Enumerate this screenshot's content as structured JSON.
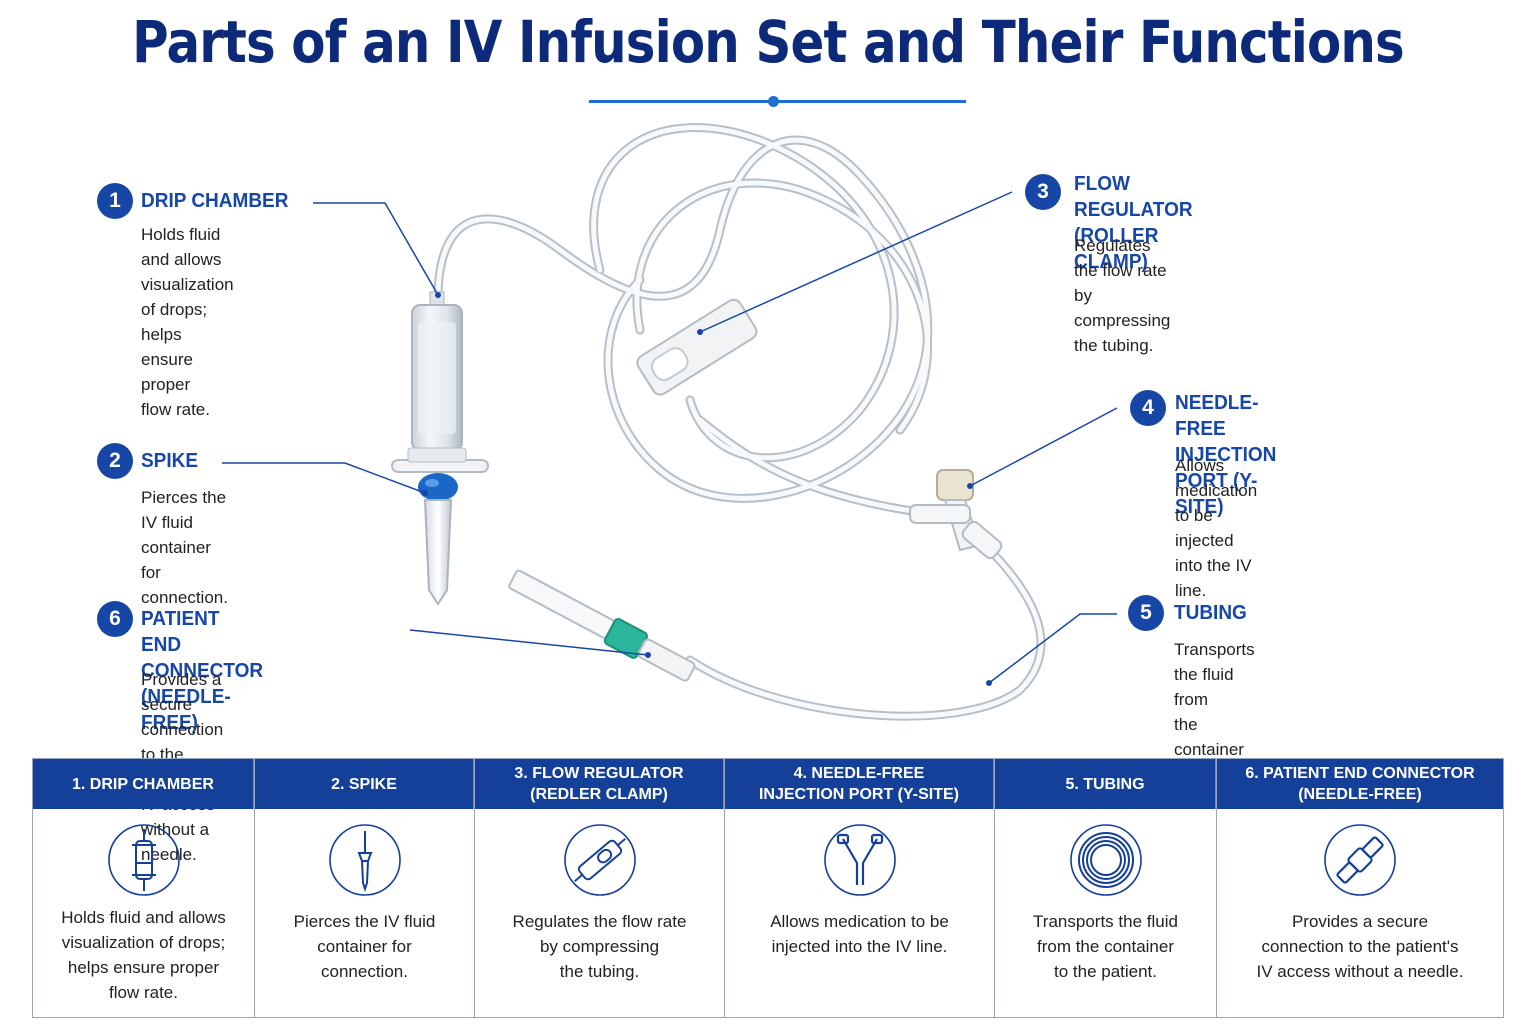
{
  "title": "Parts of an IV Infusion Set and Their Functions",
  "colors": {
    "brand": "#15409a",
    "accent": "#1f6fd1",
    "port_blue": "#1a67c7",
    "connector_green": "#2bb59a"
  },
  "callouts": [
    {
      "num": "1",
      "title": "DRIP CHAMBER",
      "desc": "Holds fluid and allows\nvisualization of drops;\nhelps ensure proper\nflow rate."
    },
    {
      "num": "2",
      "title": "SPIKE",
      "desc": "Pierces the IV fluid\ncontainer for\nconnection."
    },
    {
      "num": "3",
      "title": "FLOW REGULATOR\n(ROLLER CLAMP)",
      "desc": "Regulates the flow rate\nby compressing\nthe tubing."
    },
    {
      "num": "4",
      "title": "NEEDLE-FREE\nINJECTION PORT (Y-SITE)",
      "desc": "Allows medication to be\ninjected into the IV line."
    },
    {
      "num": "5",
      "title": "TUBING",
      "desc": "Transports the fluid from\nthe container to the patient."
    },
    {
      "num": "6",
      "title": "PATIENT END CONNECTOR\n(NEEDLE-FREE)",
      "desc": "Provides a secure connection\nto the patient's IV access\nwithout a needle."
    }
  ],
  "table": [
    {
      "header": "1. DRIP CHAMBER",
      "icon": "drip-chamber-icon",
      "desc": "Holds fluid and allows\nvisualization of drops;\nhelps ensure proper\nflow rate."
    },
    {
      "header": "2. SPIKE",
      "icon": "spike-icon",
      "desc": "Pierces the IV fluid\ncontainer for\nconnection."
    },
    {
      "header": "3. FLOW REGULATOR\n(REDLER CLAMP)",
      "icon": "roller-clamp-icon",
      "desc": "Regulates the flow rate\nby compressing\nthe tubing."
    },
    {
      "header": "4. NEEDLE-FREE\nINJECTION PORT (Y-SITE)",
      "icon": "y-site-icon",
      "desc": "Allows medication to be\ninjected into the IV line."
    },
    {
      "header": "5. TUBING",
      "icon": "tubing-coil-icon",
      "desc": "Transports the fluid\nfrom the container\nto the patient."
    },
    {
      "header": "6. PATIENT END CONNECTOR\n(NEEDLE-FREE)",
      "icon": "connector-icon",
      "desc": "Provides a secure\nconnection to the patient's\nIV access without a needle."
    }
  ]
}
